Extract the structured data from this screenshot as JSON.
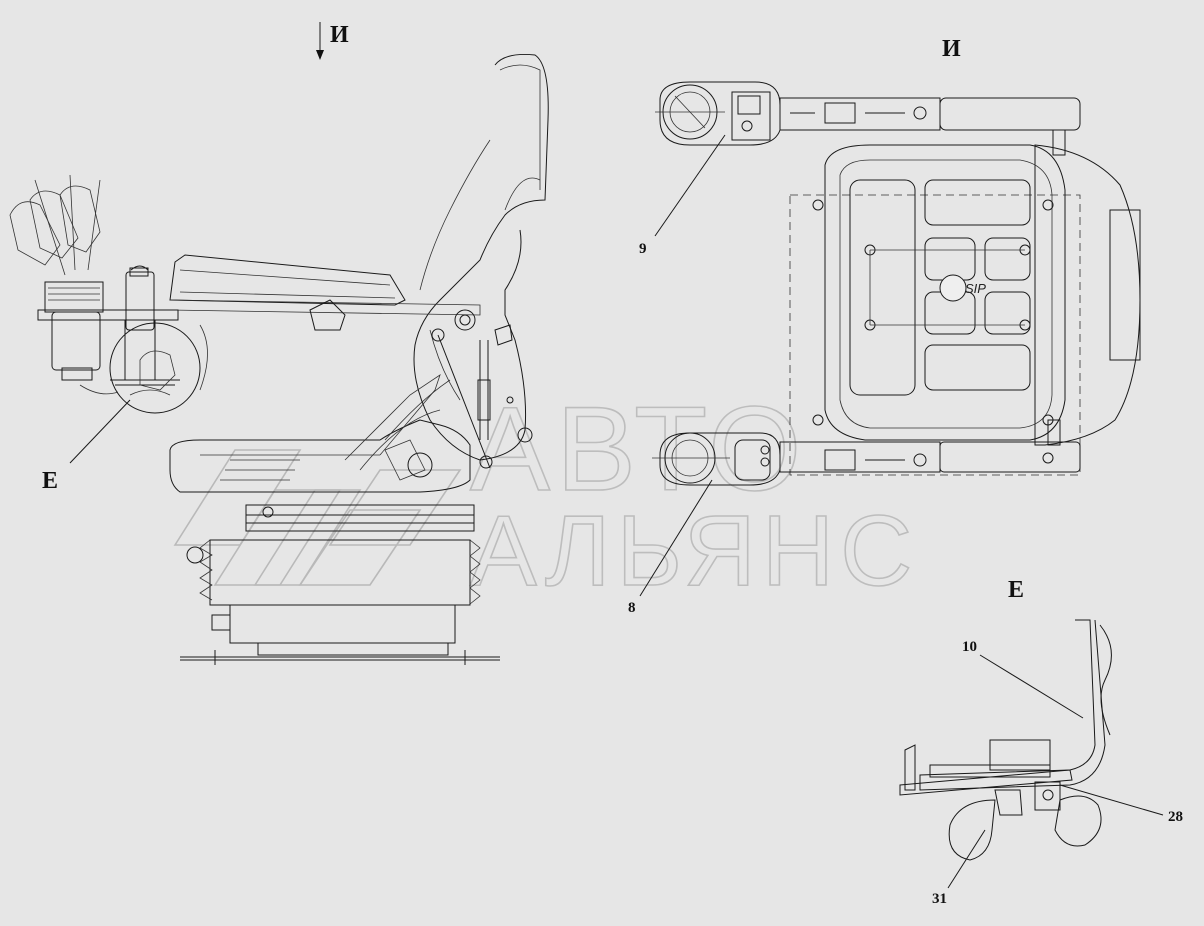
{
  "view_labels": {
    "arrow_top": "И",
    "top_view": "И",
    "detail_e_side": "Е",
    "detail_e_title": "Е"
  },
  "callouts": {
    "c9": "9",
    "c8": "8",
    "c10": "10",
    "c28": "28",
    "c31": "31"
  },
  "seat_marking": "SIP",
  "watermark": {
    "line1": "АВТО",
    "line2": "АЛЬЯНС"
  }
}
